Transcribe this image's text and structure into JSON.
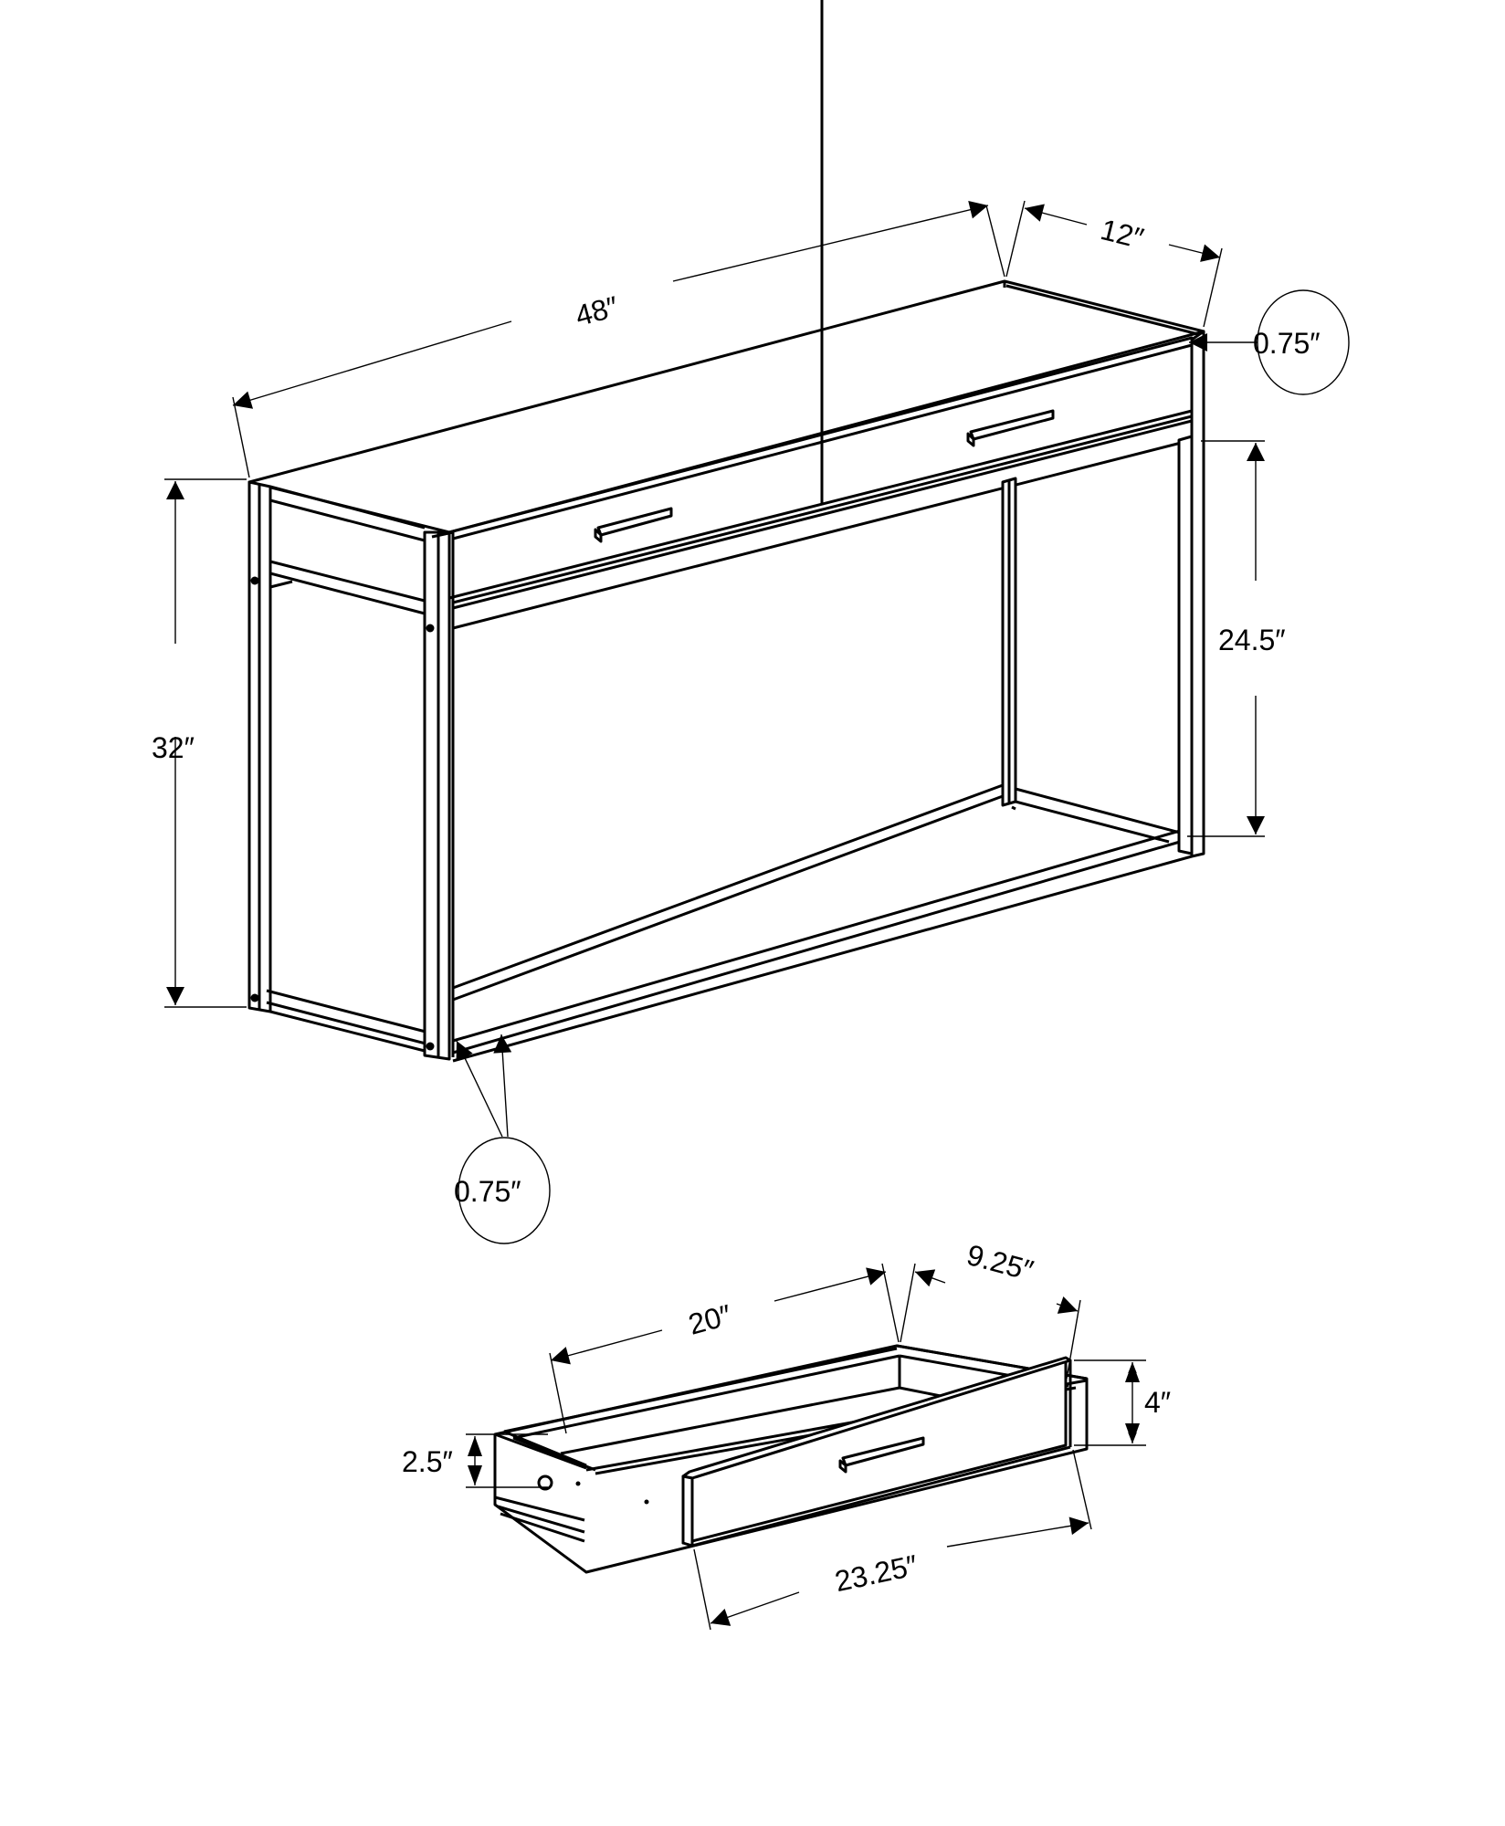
{
  "diagram": {
    "title": "Console table dimension drawing",
    "table": {
      "width_label": "48″",
      "depth_label": "12″",
      "height_label": "32″",
      "clearance_label": "24.5″",
      "top_thickness_label": "0.75″",
      "frame_thickness_label": "0.75″"
    },
    "drawer": {
      "depth_label": "20″",
      "width_label": "9.25″",
      "front_height_label": "4″",
      "box_height_label": "2.5″",
      "front_width_label": "23.25″"
    },
    "colors": {
      "line": "#000000",
      "background": "#ffffff"
    }
  }
}
